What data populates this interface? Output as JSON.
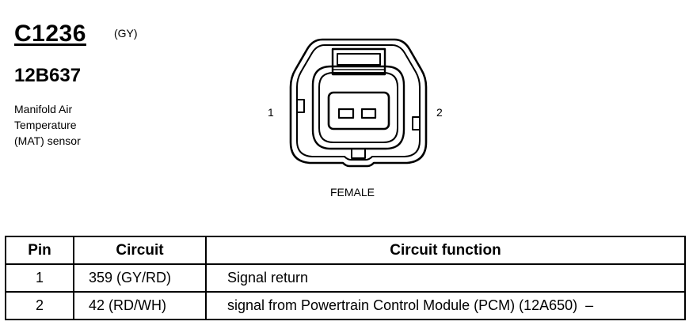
{
  "connector": {
    "id": "C1236",
    "color": "(GY)",
    "part_number": "12B637",
    "description": [
      "Manifold Air",
      "Temperature",
      "(MAT) sensor"
    ],
    "pin_left": "1",
    "pin_right": "2",
    "gender": "FEMALE"
  },
  "table": {
    "headers": {
      "pin": "Pin",
      "circuit": "Circuit",
      "function": "Circuit function"
    },
    "rows": [
      {
        "pin": "1",
        "circuit": "359 (GY/RD)",
        "function": "Signal return"
      },
      {
        "pin": "2",
        "circuit": "42 (RD/WH)",
        "function": "signal from Powertrain Control Module (PCM) (12A650)  –"
      }
    ]
  }
}
